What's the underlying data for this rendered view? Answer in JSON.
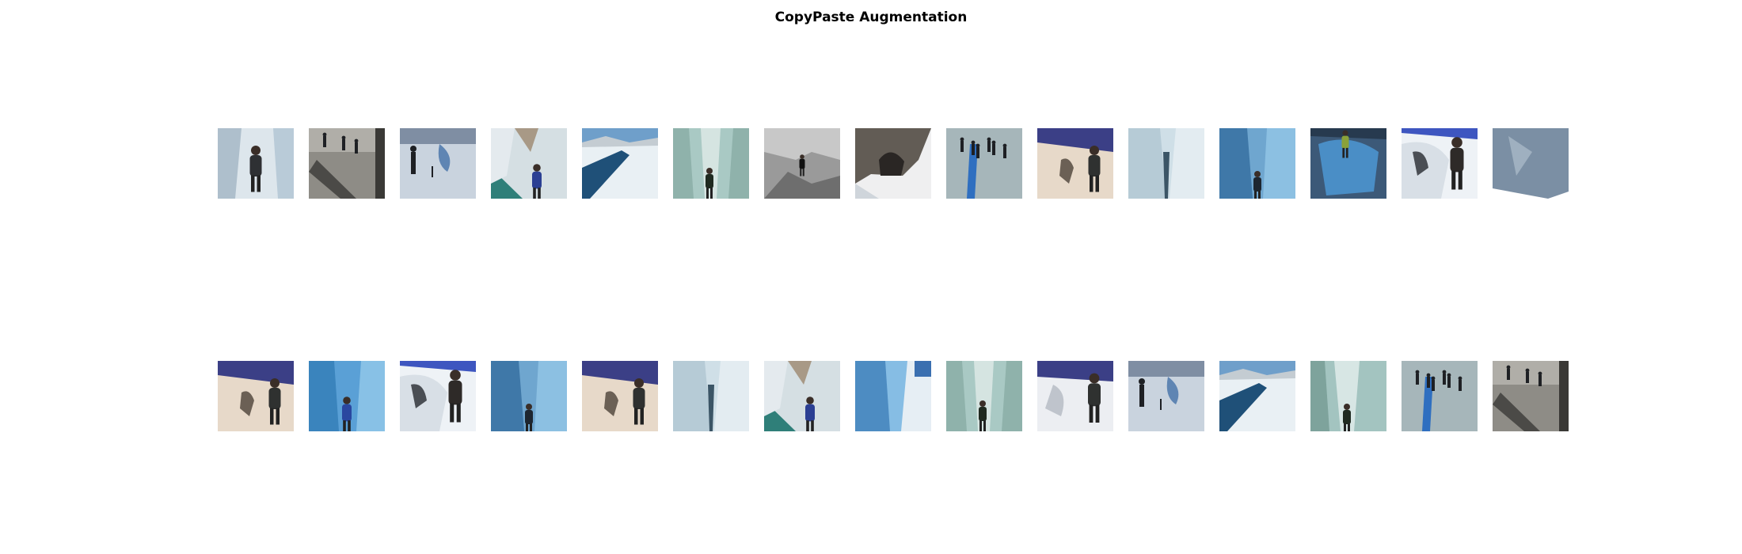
{
  "figure": {
    "title": "CopyPaste Augmentation"
  },
  "palette": {
    "ice_light": "#dde6ec",
    "ice_blue": "#6fa6cf",
    "glacier_teal": "#a9c9c4",
    "rock_gray": "#6c6c6a",
    "sky_navy": "#3b3f86",
    "sand_beige": "#e7d9c9",
    "figure_dark": "#26282a"
  },
  "rows": [
    {
      "images": [
        {
          "scene": "ice-crevasse-with-person"
        },
        {
          "scene": "gray-glacier-hikers"
        },
        {
          "scene": "blue-ice-hikers"
        },
        {
          "scene": "teal-crevasse-person-blue-jacket"
        },
        {
          "scene": "glacier-panorama-crevasse"
        },
        {
          "scene": "teal-ice-slot"
        },
        {
          "scene": "grayscale-glacier-climber"
        },
        {
          "scene": "rock-cave-ice"
        },
        {
          "scene": "hiker-group-blue-ice"
        },
        {
          "scene": "navy-sky-person-on-sand"
        },
        {
          "scene": "ice-gully"
        },
        {
          "scene": "blue-ice-slot"
        },
        {
          "scene": "climber-blue-ice-wall"
        },
        {
          "scene": "snow-person-blue-sky"
        },
        {
          "scene": "gray-ice-wall"
        }
      ]
    },
    {
      "images": [
        {
          "scene": "navy-sky-person-on-sand"
        },
        {
          "scene": "blue-ice-person-blue-jacket"
        },
        {
          "scene": "snow-person-blue-sky"
        },
        {
          "scene": "blue-ice-slot"
        },
        {
          "scene": "navy-sky-person-on-sand"
        },
        {
          "scene": "ice-gully"
        },
        {
          "scene": "teal-crevasse-person-blue-jacket"
        },
        {
          "scene": "blue-ice-slot-bright"
        },
        {
          "scene": "teal-ice-slot"
        },
        {
          "scene": "navy-sky-person-on-snow"
        },
        {
          "scene": "blue-ice-hikers"
        },
        {
          "scene": "glacier-panorama-crevasse"
        },
        {
          "scene": "teal-ice-slot-dark"
        },
        {
          "scene": "hiker-group-blue-ice"
        },
        {
          "scene": "gray-glacier-hikers"
        }
      ]
    }
  ]
}
